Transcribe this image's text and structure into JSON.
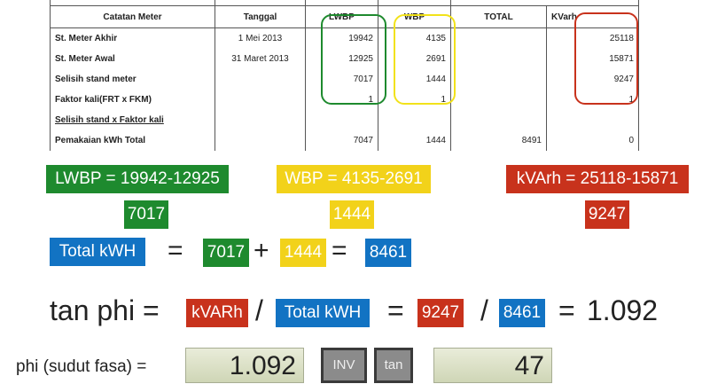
{
  "meter_table": {
    "headers": [
      "Catatan Meter",
      "Tanggal",
      "LWBP",
      "WBP",
      "TOTAL",
      "KVarh"
    ],
    "top_strip": "",
    "rows": [
      {
        "label": "St. Meter Akhir",
        "date": "1 Mei 2013",
        "lwbp": "19942",
        "wbp": "4135",
        "total": "",
        "kvarh": "25118"
      },
      {
        "label": "St. Meter Awal",
        "date": "31 Maret 2013",
        "lwbp": "12925",
        "wbp": "2691",
        "total": "",
        "kvarh": "15871"
      },
      {
        "label": "Selisih stand meter",
        "date": "",
        "lwbp": "7017",
        "wbp": "1444",
        "total": "",
        "kvarh": "9247"
      },
      {
        "label": "Faktor kali(FRT x FKM)",
        "date": "",
        "lwbp": "1",
        "wbp": "1",
        "total": "",
        "kvarh": "1"
      },
      {
        "label": "Selisih stand x Faktor kali",
        "date": "",
        "lwbp": "",
        "wbp": "",
        "total": "",
        "kvarh": ""
      },
      {
        "label": "Pemakaian kWh Total",
        "date": "",
        "lwbp": "7047",
        "wbp": "1444",
        "total": "8491",
        "kvarh": "0"
      }
    ]
  },
  "formulas": {
    "lwbp_formula": "LWBP = 19942-12925",
    "wbp_formula": "WBP = 4135-2691",
    "kvarh_formula": "kVArh = 25118-15871",
    "lwbp_result": "7017",
    "wbp_result": "1444",
    "kvarh_result": "9247"
  },
  "total_row": {
    "label": "Total kWH",
    "eq1": "=",
    "lwbp": "7017",
    "plus": "+",
    "wbp": "1444",
    "eq2": "=",
    "total": "8461"
  },
  "tan_row": {
    "label": "tan phi =",
    "kvarh": "kVARh",
    "slash1": "/",
    "total_label": "Total kWH",
    "eq1": "=",
    "kvarh_val": "9247",
    "slash2": "/",
    "total_val": "8461",
    "eq2": "=",
    "result": "1.092"
  },
  "phi_row": {
    "label": "phi (sudut fasa) =",
    "display_value": "1.092",
    "key_inv": "INV",
    "key_tan": "tan",
    "result_value": "47"
  },
  "colors": {
    "green": "#1e8a2e",
    "yellow": "#f2d21a",
    "red": "#c8321c",
    "blue": "#1273c3"
  }
}
